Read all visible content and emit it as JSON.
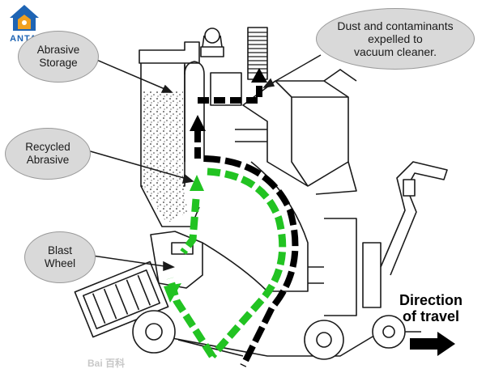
{
  "brand": {
    "name": "ANTAI",
    "color": "#1e64b4",
    "accent": "#f0a020"
  },
  "callouts": {
    "abrasive_storage": "Abrasive\nStorage",
    "recycled_abrasive": "Recycled\nAbrasive",
    "blast_wheel": "Blast\nWheel",
    "dust": "Dust and contaminants\nexpelled to\nvacuum cleaner."
  },
  "direction_label": "Direction\nof travel",
  "watermark": "Bai 百科",
  "colors": {
    "abrasive_flow": "#22c322",
    "dust_flow": "#000000",
    "callout_fill": "#d9d9d9",
    "machine_line": "#1a1a1a"
  },
  "icons": [
    "antai-logo-icon",
    "direction-arrow-icon"
  ]
}
